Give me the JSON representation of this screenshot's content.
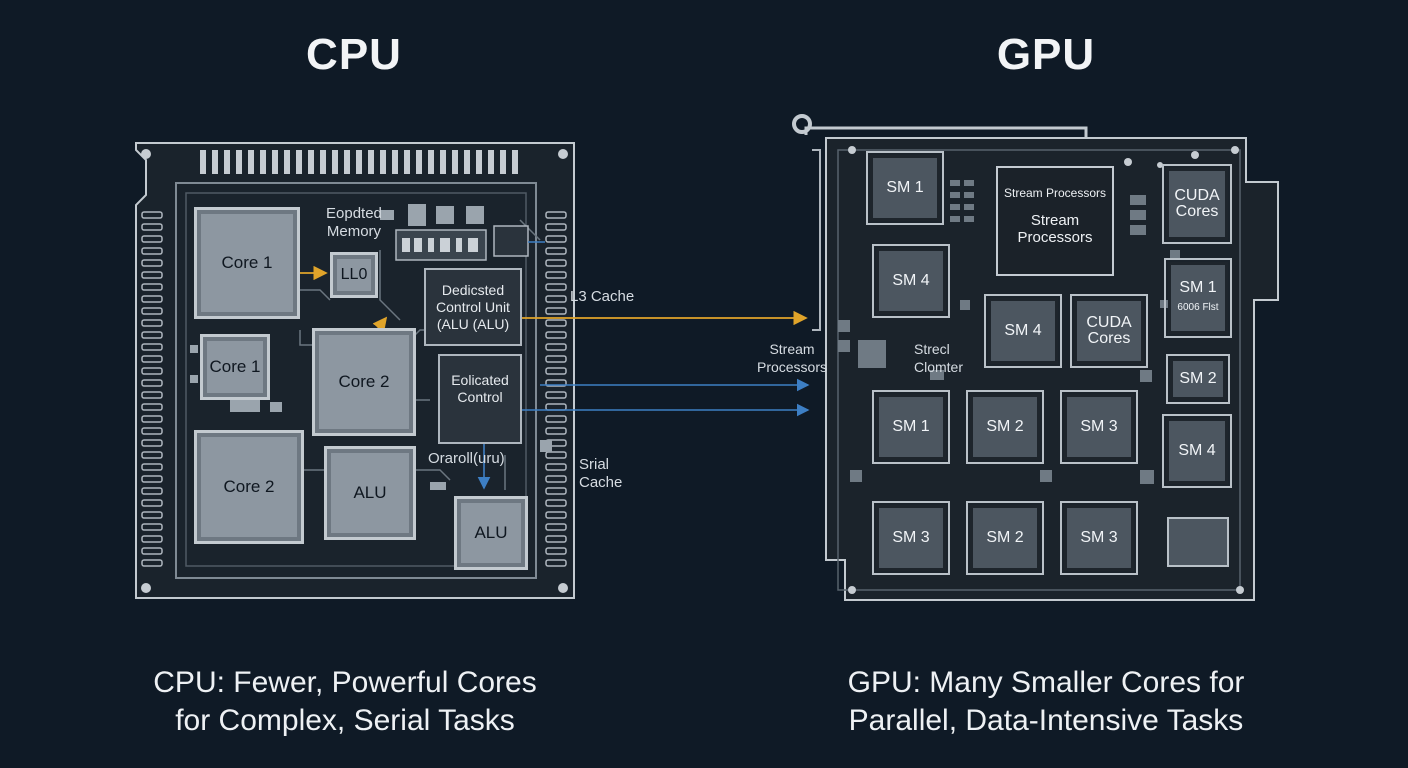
{
  "headings": {
    "cpu": "CPU",
    "gpu": "GPU"
  },
  "captions": {
    "cpu_line1": "CPU: Fewer, Powerful Cores",
    "cpu_line2": "for Complex, Serial Tasks",
    "gpu_line1": "GPU: Many Smaller Cores for",
    "gpu_line2": "Parallel, Data-Intensive Tasks"
  },
  "cpu": {
    "core_1a": "Core 1",
    "core_1b": "Core 1",
    "core_2a": "Core 2",
    "core_2b": "Core 2",
    "alu_a": "ALU",
    "alu_b": "ALU",
    "l1": "LL0",
    "memory_line1": "Eopdted",
    "memory_line2": "Memory",
    "dedicated_line1": "Dedicsted",
    "dedicated_line2": "Control Unit",
    "dedicated_line3": "(ALU (ALU)",
    "eolicated_line1": "Eolicated",
    "eolicated_line2": "Control",
    "orarol": "Oraroll(uru)",
    "l3_cache": "L3 Cache",
    "serial_line1": "Srial",
    "serial_line2": "Cache"
  },
  "gpu": {
    "stream_box_title": "Stream Processors",
    "stream_box_line1": "Stream",
    "stream_box_line2": "Processors",
    "sm_top_left": "SM 1",
    "sm_mid_left": "SM 4",
    "cuda_top_line1": "CUDA",
    "cuda_top_line2": "Cores",
    "sm_right_1": "SM 1",
    "sm_right_1_sub": "6006 Flst",
    "sm_right_2": "SM 2",
    "sm_right_4": "SM 4",
    "sm_center_4": "SM 4",
    "cuda_center_line1": "CUDA",
    "cuda_center_line2": "Cores",
    "row1": [
      "SM 1",
      "SM 2",
      "SM 3"
    ],
    "row2": [
      "SM 3",
      "SM 2",
      "SM 3"
    ],
    "stream_label_line1": "Stream",
    "stream_label_line2": "Processors",
    "cluster_line1": "Strecl",
    "cluster_line2": "Clomter"
  },
  "colors": {
    "background": "#0f1a26",
    "cpu_arrow": "#e0a42a",
    "gpu_arrow": "#3d7fc4"
  }
}
